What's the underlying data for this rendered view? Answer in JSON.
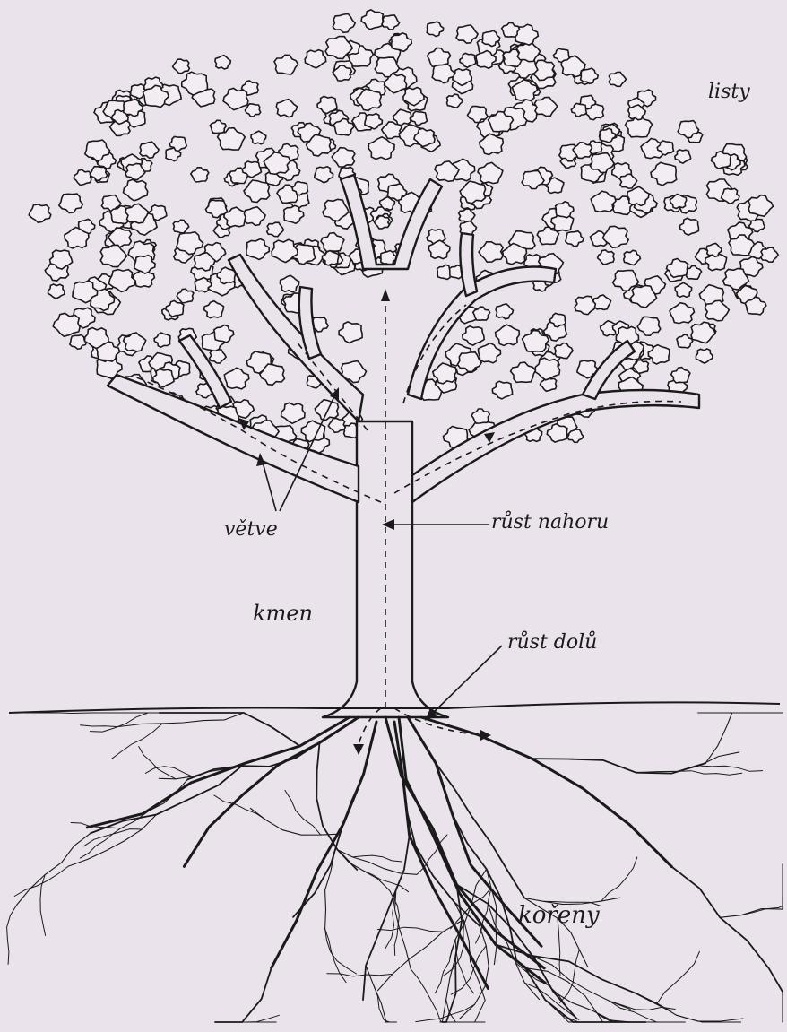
{
  "labels": {
    "listy": "listy",
    "vetve": "větve",
    "rust_nahoru": "růst nahoru",
    "kmen": "kmen",
    "rust_dolu": "růst dolů",
    "koreny": "kořeny"
  },
  "colors": {
    "background": "#ebe3ec",
    "ink": "#1a1a1a"
  },
  "icons": {
    "foliage": "leaf-cluster-icon",
    "arrows": "dashed-flow-arrow"
  }
}
